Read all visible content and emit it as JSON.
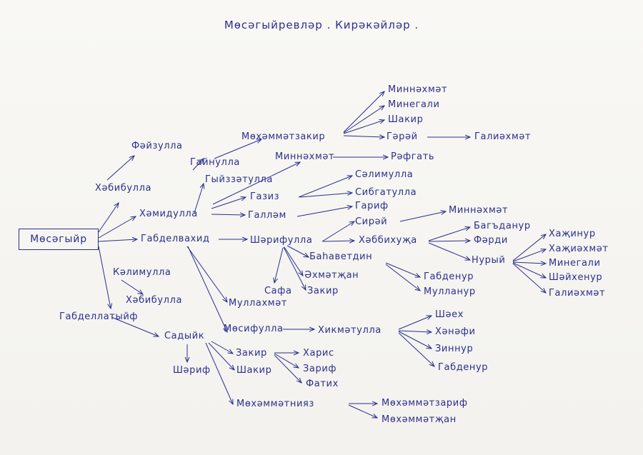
{
  "title": "Мөсәгыйревләр . Кирәкәйләр .",
  "root": "Мөсәгыйр",
  "names": {
    "fayzulla": "Фәйзулла",
    "habibulla1": "Хәбибулла",
    "gaynulla": "Гайнулла",
    "muhammatzakir": "Мөхәммәтзакир",
    "minnahmat1": "Миннәхмәт",
    "minegali1": "Минегали",
    "shakir1": "Шакир",
    "garay": "Гәрәй",
    "galiahmat1": "Галиәхмәт",
    "minnahmat2": "Миннәхмәт",
    "rafgat": "Рәфгать",
    "giyzzatulla": "Гыйззәтулла",
    "salimulla": "Сәлимулла",
    "gaziz": "Газиз",
    "sibgatulla": "Сибгатулла",
    "hamidulla": "Хәмидулла",
    "gallam": "Галләм",
    "garif": "Гариф",
    "sirai": "Сирәй",
    "minnahmat3": "Миннәхмәт",
    "gabdelvahid": "Габделвахид",
    "sharifulla": "Шәрифулла",
    "habbihuja": "Хәббихуҗа",
    "bagdanur": "Багъдануp",
    "fardi": "Фәрди",
    "nuriy": "Нурый",
    "hajinur": "Хаҗинур",
    "hajiahmat": "Хаҗиәхмәт",
    "minegali2": "Минегали",
    "shayhenur": "Шәйхенур",
    "galiahmat2": "Галиәхмәт",
    "bahavetdin": "Баһаветдин",
    "ahmatjan": "Әхмәтҗан",
    "safa": "Сафа",
    "zakir1": "Закир",
    "gabdenur1": "Габденур",
    "mullanur": "Мулланур",
    "kalimulla": "Кәлимулла",
    "habibulla2": "Хәбибулла",
    "mullahmat": "Муллахмәт",
    "gabdellatyyf": "Габделлатыйф",
    "mosifulla": "Мөсифулла",
    "hikmatulla": "Хикмәтулла",
    "shaeh": "Шәех",
    "hanafi": "Хәнәфи",
    "zinnur": "Зиннур",
    "gabdenur2": "Габденур",
    "sadyyk": "Садыйк",
    "sharif": "Шәриф",
    "zakir2": "Закир",
    "shakir2": "Шакир",
    "haris": "Харис",
    "zarif": "Зариф",
    "fatih": "Фатих",
    "muhammatniyaz": "Мөхәммәтнияз",
    "muhammatzarif": "Мөхәммәтзариф",
    "muhammatjan": "Мөхәммәтҗан"
  },
  "colors": {
    "ink": "#2b2f8f",
    "paper": "#f7f6f2"
  }
}
